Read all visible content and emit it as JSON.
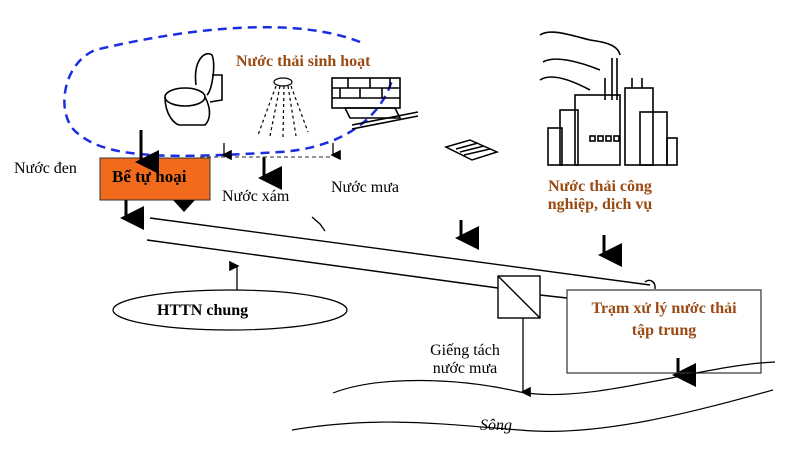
{
  "diagram": {
    "title_domestic": "Nước thải sinh hoạt",
    "title_industrial_line1": "Nước thải công",
    "title_industrial_line2": "nghiệp, dịch vụ",
    "label_black_water": "Nước đen",
    "label_septic_tank": "Bể tự hoại",
    "label_grey_water": "Nước xám",
    "label_rain_water": "Nước mưa",
    "label_combined_system": "HTTN chung",
    "label_separator_line1": "Giếng tách",
    "label_separator_line2": "nước mưa",
    "label_treatment_line1": "Trạm xử lý nước thải",
    "label_treatment_line2": "tập trung",
    "label_river": "Sông",
    "colors": {
      "septic_tank_fill": "#f26b1d",
      "brown_text": "#9a4a12",
      "dashed_boundary": "#1a2ee0"
    },
    "icons": [
      "toilet-icon",
      "shower-icon",
      "sink-icon",
      "rain-grate-icon",
      "factory-icon"
    ]
  }
}
